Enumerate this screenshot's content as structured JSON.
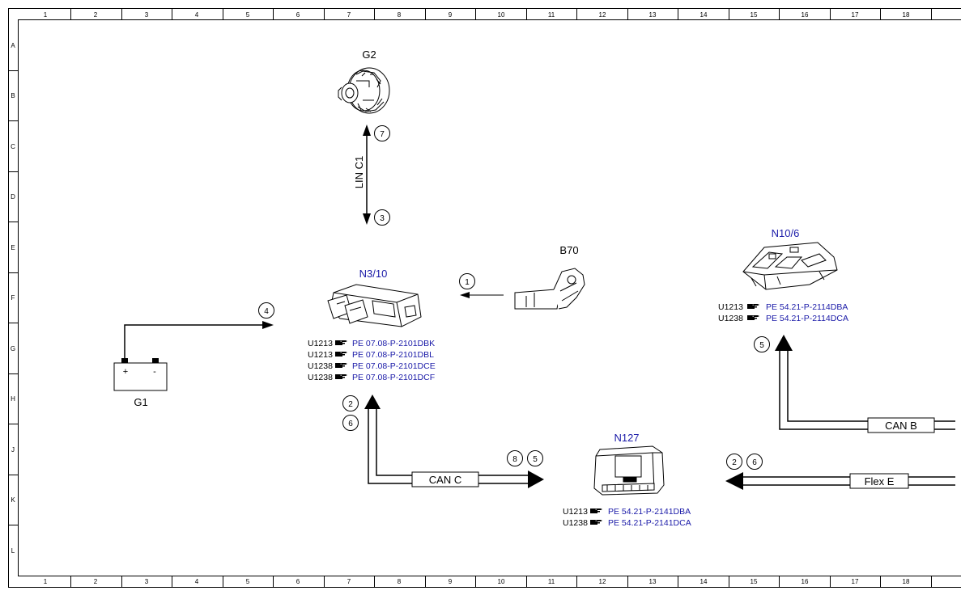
{
  "grid": {
    "columns": [
      "1",
      "2",
      "3",
      "4",
      "5",
      "6",
      "7",
      "8",
      "9",
      "10",
      "11",
      "12",
      "13",
      "14",
      "15",
      "16",
      "17",
      "18"
    ],
    "rows": [
      "A",
      "B",
      "C",
      "D",
      "E",
      "F",
      "G",
      "H",
      "J",
      "K",
      "L"
    ]
  },
  "components": {
    "g2": "G2",
    "n3_10": "N3/10",
    "b70": "B70",
    "n10_6": "N10/6",
    "g1": "G1",
    "n127": "N127"
  },
  "battery": {
    "plus": "+",
    "minus": "-"
  },
  "buses": {
    "lin_c1": "LIN C1",
    "can_c": "CAN C",
    "can_b": "CAN B",
    "flex_e": "Flex E"
  },
  "markers": {
    "lin_top": "7",
    "lin_bottom": "3",
    "b70_arrow": "1",
    "g1_arrow": "4",
    "n3_up_a": "2",
    "n3_up_b": "6",
    "canc_a": "8",
    "canc_b": "5",
    "canb": "5",
    "flexe_a": "2",
    "flexe_b": "6"
  },
  "refs": {
    "n3_10": [
      {
        "code": "U1213",
        "link": "PE 07.08-P-2101DBK"
      },
      {
        "code": "U1213",
        "link": "PE 07.08-P-2101DBL"
      },
      {
        "code": "U1238",
        "link": "PE 07.08-P-2101DCE"
      },
      {
        "code": "U1238",
        "link": "PE 07.08-P-2101DCF"
      }
    ],
    "n10_6": [
      {
        "code": "U1213",
        "link": "PE 54.21-P-2114DBA"
      },
      {
        "code": "U1238",
        "link": "PE 54.21-P-2114DCA"
      }
    ],
    "n127": [
      {
        "code": "U1213",
        "link": "PE 54.21-P-2141DBA"
      },
      {
        "code": "U1238",
        "link": "PE 54.21-P-2141DCA"
      }
    ]
  },
  "colors": {
    "link": "#1a1aa8",
    "line": "#000000"
  },
  "icons": [
    "pointing-hand-icon"
  ]
}
